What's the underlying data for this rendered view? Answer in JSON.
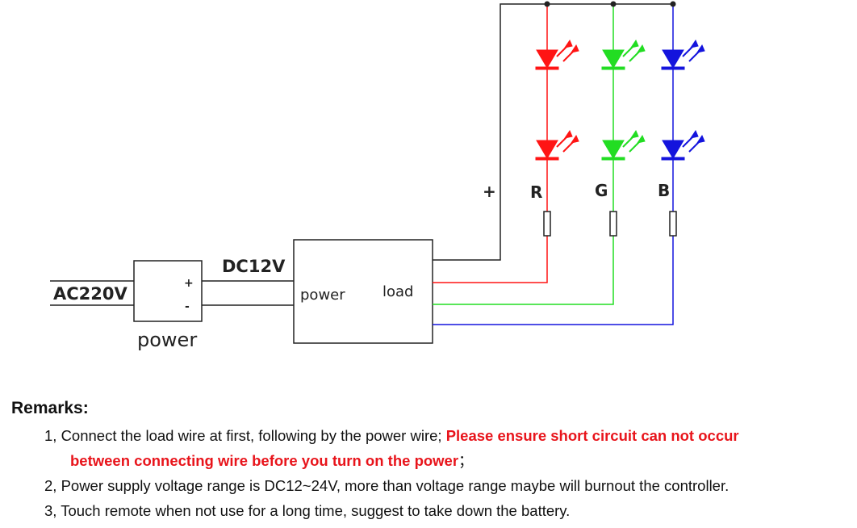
{
  "diagram": {
    "ac_input": "AC220V",
    "supply": {
      "label": "power",
      "plus": "+",
      "minus": "-"
    },
    "dc_output": "DC12V",
    "controller": {
      "power_port": "power",
      "load_port": "load"
    },
    "channels": {
      "common": "+",
      "red": "R",
      "green": "G",
      "blue": "B"
    },
    "colors": {
      "red": "#ff1414",
      "green": "#22dd22",
      "blue": "#1414dd",
      "wire": "#222222"
    }
  },
  "remarks": {
    "title": "Remarks:",
    "items": [
      {
        "prefix": "1, Connect the load wire at first, following by the power wire; ",
        "warning_line1": "Please ensure short circuit can not occur",
        "warning_line2": "between connecting wire before you turn on the power",
        "suffix": "；"
      },
      {
        "text": "2, Power supply voltage range is DC12~24V, more than voltage range maybe will burnout the controller."
      },
      {
        "text": "3, Touch remote when not use for a long time, suggest to take down the battery."
      }
    ]
  }
}
